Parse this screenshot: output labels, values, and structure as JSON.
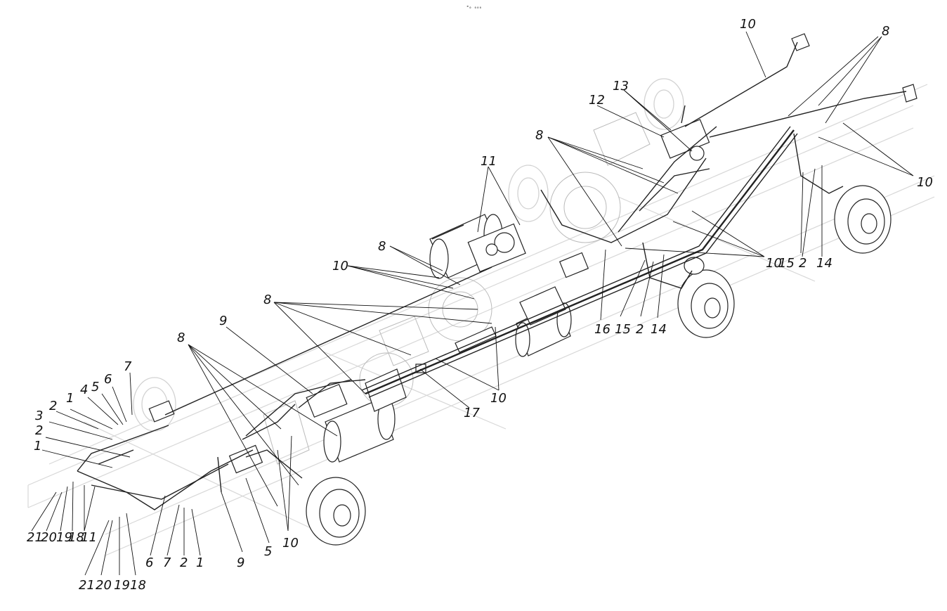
{
  "header": {
    "code": "ᵐ₀ ₀₀₀"
  },
  "callouts": [
    "1",
    "2",
    "3",
    "4",
    "5",
    "6",
    "7",
    "8",
    "9",
    "10",
    "11",
    "12",
    "13",
    "14",
    "15",
    "16",
    "17",
    "18",
    "19",
    "20",
    "21"
  ]
}
